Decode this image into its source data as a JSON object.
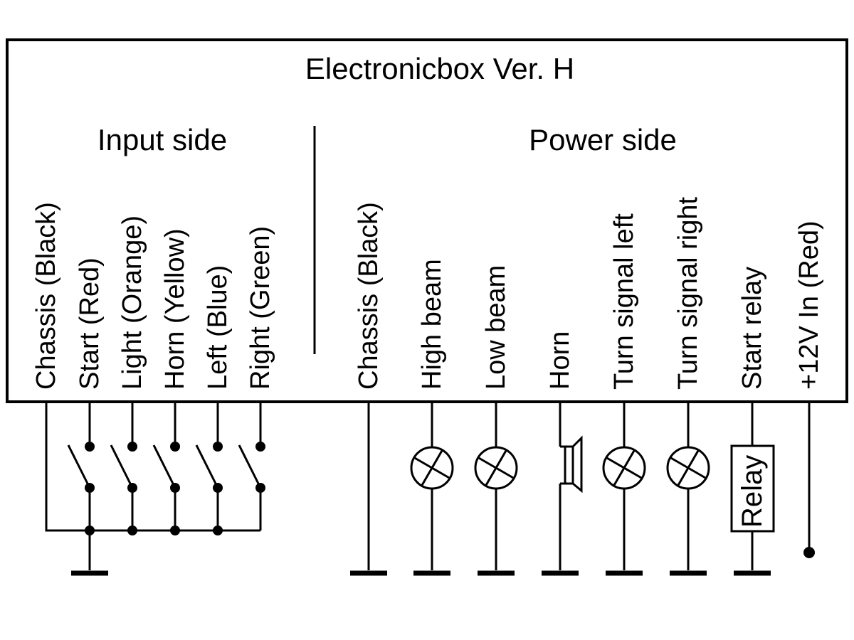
{
  "title": "Electronicbox Ver. H",
  "colors": {
    "line": "#000000",
    "background": "#ffffff",
    "text": "#000000"
  },
  "input_side": {
    "header": "Input side",
    "pins": [
      {
        "label": "Chassis (Black)",
        "symbol": "wire-to-common-bus-and-ground"
      },
      {
        "label": "Start (Red)",
        "symbol": "open-switch"
      },
      {
        "label": "Light (Orange)",
        "symbol": "open-switch"
      },
      {
        "label": "Horn (Yellow)",
        "symbol": "open-switch"
      },
      {
        "label": "Left (Blue)",
        "symbol": "open-switch"
      },
      {
        "label": "Right (Green)",
        "symbol": "open-switch"
      }
    ]
  },
  "power_side": {
    "header": "Power side",
    "pins": [
      {
        "label": "Chassis (Black)",
        "symbol": "wire-to-ground"
      },
      {
        "label": "High beam",
        "symbol": "lamp"
      },
      {
        "label": "Low beam",
        "symbol": "lamp"
      },
      {
        "label": "Horn",
        "symbol": "speaker"
      },
      {
        "label": "Turn signal left",
        "symbol": "lamp"
      },
      {
        "label": "Turn signal right",
        "symbol": "lamp"
      },
      {
        "label": "Start relay",
        "symbol": "relay-box"
      },
      {
        "label": "+12V In (Red)",
        "symbol": "terminal-dot"
      }
    ],
    "relay_label": "Relay"
  }
}
